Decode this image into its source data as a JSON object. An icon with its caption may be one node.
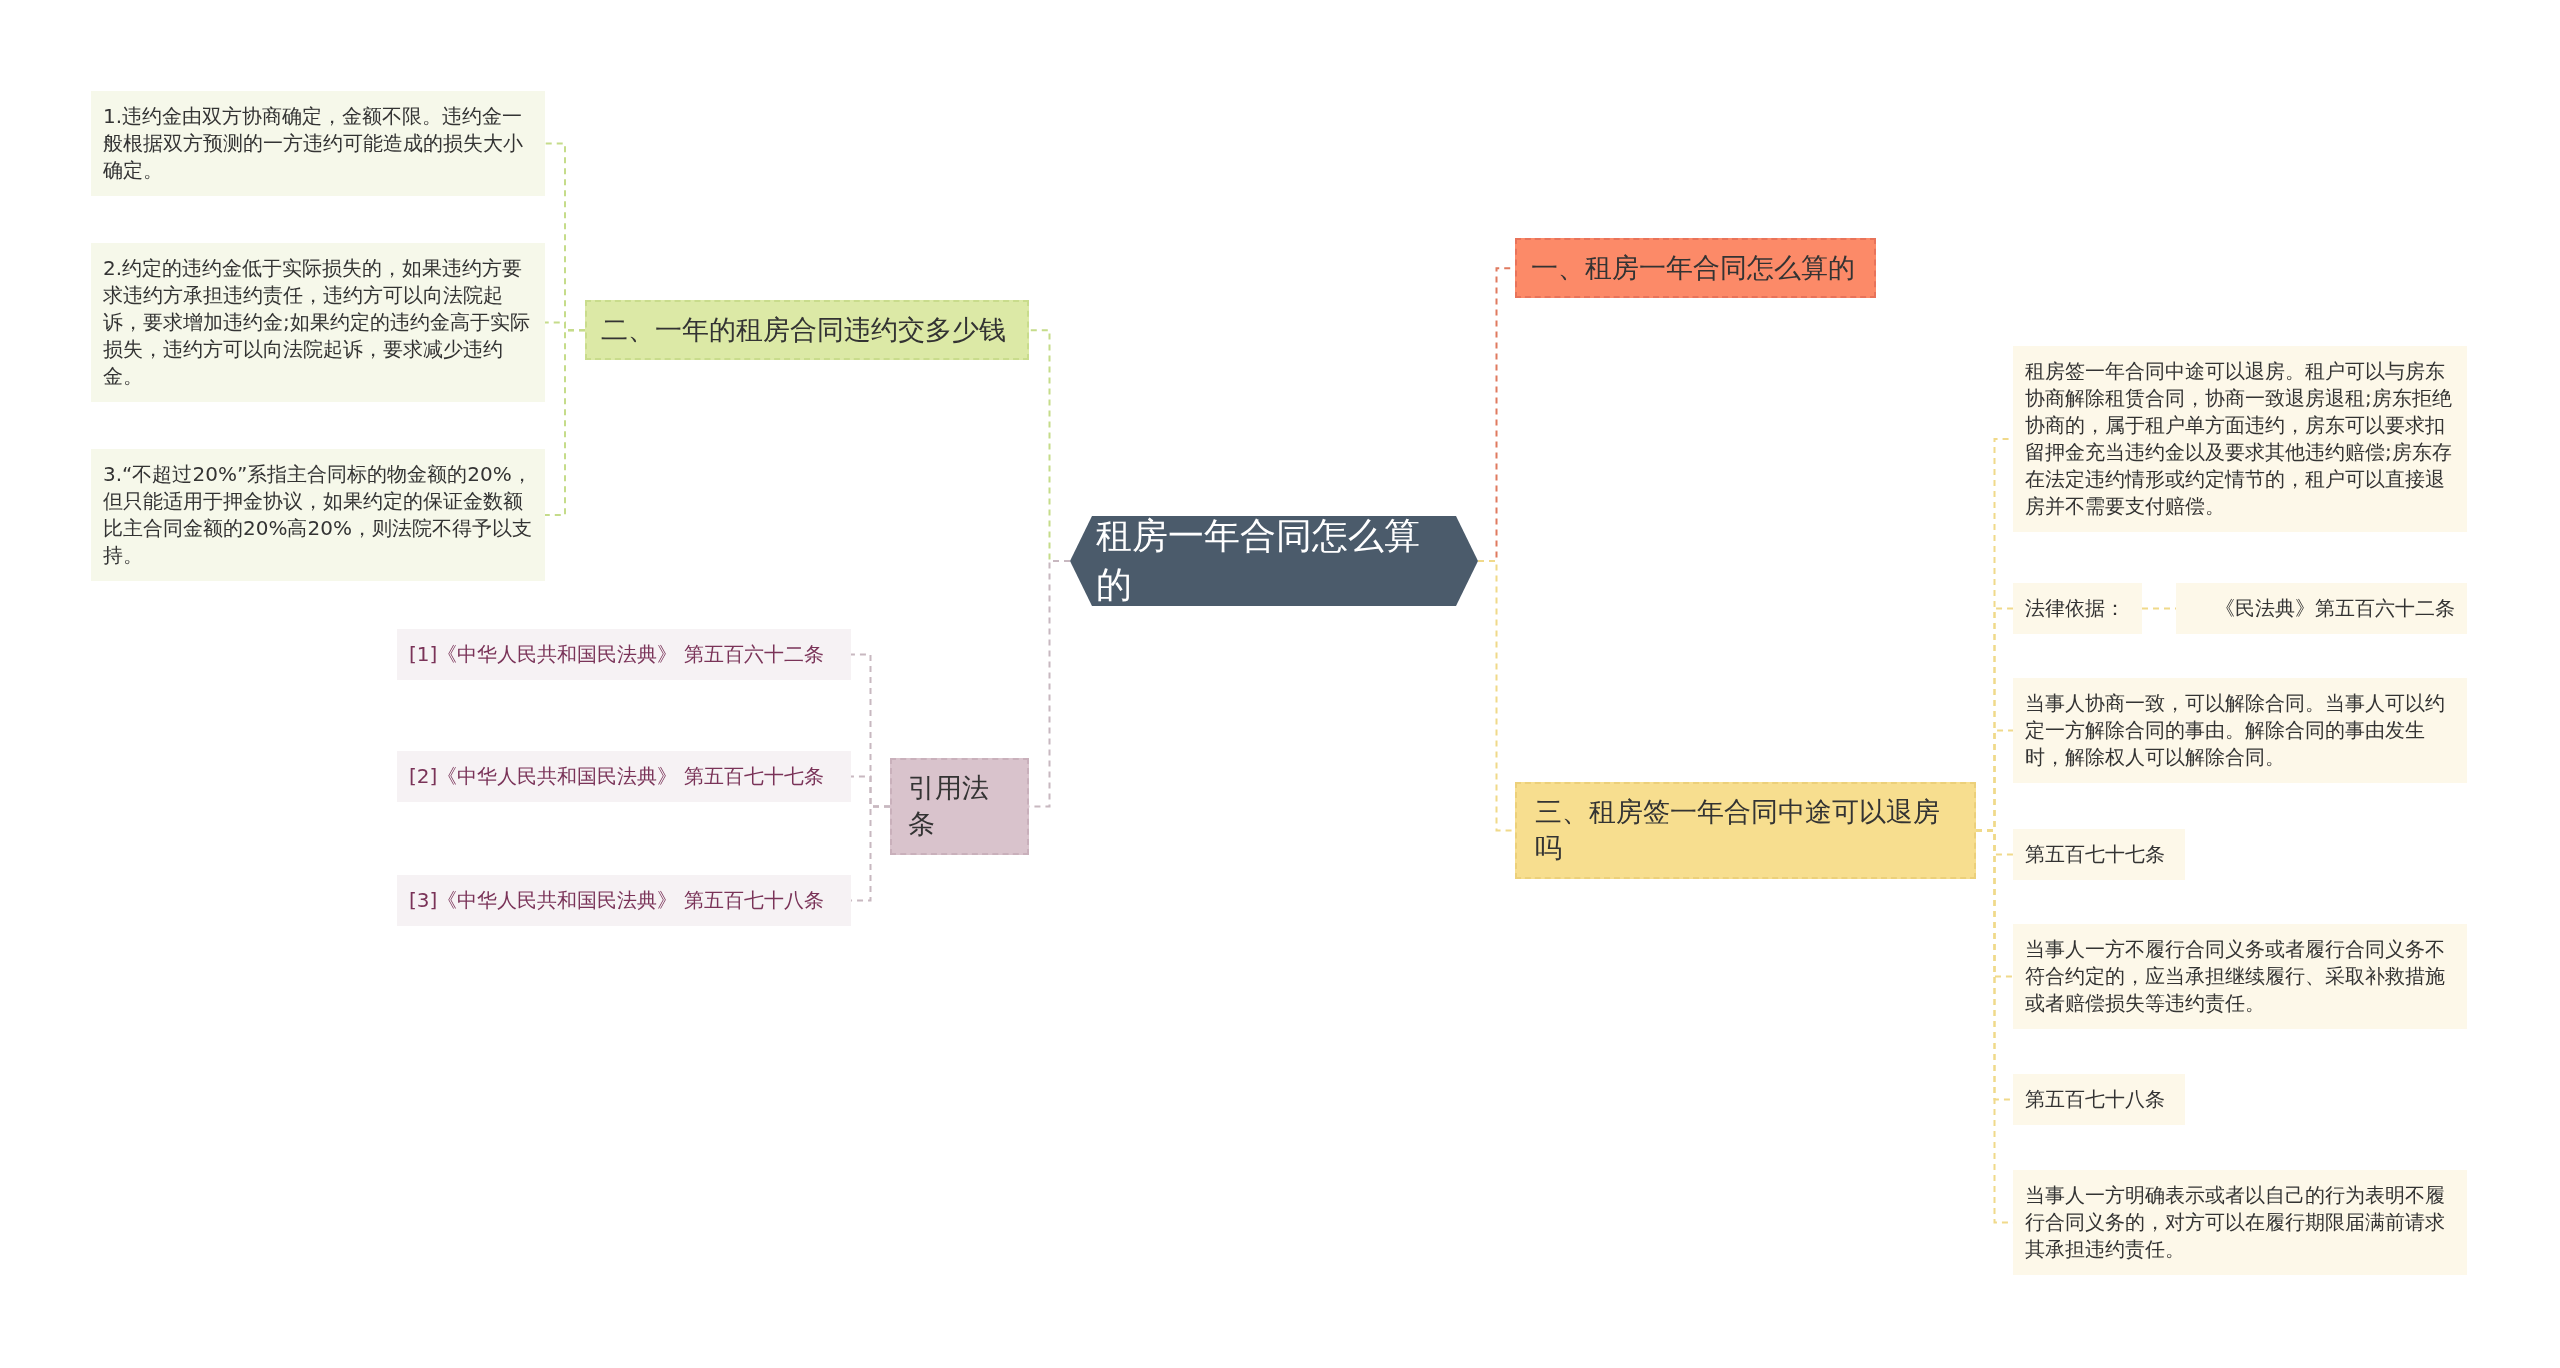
{
  "diagram": {
    "nodes": [
      {
        "text": [
          "租房一年合同怎么算的"
        ]
      },
      {
        "text": [
          "一、租房一年合同怎么算的"
        ]
      },
      {
        "text": [
          "二、一年的租房合同违约交多少钱"
        ]
      },
      {
        "text": [
          "1.违约金由双方协商确定，金额不限。违约金一般根据双方预测的一方违约可能造成的损失大小确定。"
        ]
      },
      {
        "text": [
          "2.约定的违约金低于实际损失的，如果违约方要求违约方承担违约责任，违约方可以向法院起诉，要求增加违约金;如果约定的违约金高于实际损失，违约方可以向法院起诉，要求减少违约金。"
        ]
      },
      {
        "text": [
          "3.“不超过20%”系指主合同标的物金额的20%，但只能适用于押金协议，如果约定的保证金数额比主合同金额的20%高20%，则法院不得予以支持。"
        ]
      },
      {
        "text": [
          "三、租房签一年合同中途可以退房吗"
        ]
      },
      {
        "text": [
          "租房签一年合同中途可以退房。租户可以与房东协商解除租赁合同，协商一致退房退租;房东拒绝协商的，属于租户单方面违约，房东可以要求扣留押金充当违约金以及要求其他违约赔偿;房东存在法定违约情形或约定情节的，租户可以直接退房并不需要支付赔偿。"
        ]
      },
      {
        "text": [
          "法律依据："
        ]
      },
      {
        "text": [
          "《民法典》第五百六十二条"
        ]
      },
      {
        "text": [
          "当事人协商一致，可以解除合同。当事人可以约定一方解除合同的事由。解除合同的事由发生时，解除权人可以解除合同。"
        ]
      },
      {
        "text": [
          "第五百七十七条"
        ]
      },
      {
        "text": [
          "当事人一方不履行合同义务或者履行合同义务不符合约定的，应当承担继续履行、采取补救措施或者赔偿损失等违约责任。"
        ]
      },
      {
        "text": [
          "第五百七十八条"
        ]
      },
      {
        "text": [
          "当事人一方明确表示或者以自己的行为表明不履行合同义务的，对方可以在履行期限届满前请求其承担违约责任。"
        ]
      },
      {
        "text": [
          "引用法条"
        ]
      },
      {
        "text": [
          "[1]《中华人民共和国民法典》 第五百六十二条"
        ]
      },
      {
        "text": [
          "[2]《中华人民共和国民法典》 第五百七十七条"
        ]
      },
      {
        "text": [
          "[3]《中华人民共和国民法典》 第五百七十八条"
        ]
      }
    ],
    "edges": [
      {
        "from": 0,
        "to": 1,
        "arrow": "none",
        "color": "#e07a5f"
      },
      {
        "from": 0,
        "to": 2,
        "arrow": "none",
        "color": "#c5dc8a"
      },
      {
        "from": 2,
        "to": 3,
        "arrow": "none",
        "color": "#c5dc8a"
      },
      {
        "from": 2,
        "to": 4,
        "arrow": "none",
        "color": "#c5dc8a"
      },
      {
        "from": 2,
        "to": 5,
        "arrow": "none",
        "color": "#c5dc8a"
      },
      {
        "from": 0,
        "to": 6,
        "arrow": "none"
      },
      {
        "from": 6,
        "to": 7,
        "arrow": "none"
      },
      {
        "from": 6,
        "to": 8,
        "arrow": "none"
      },
      {
        "from": 8,
        "to": 9,
        "arrow": "none"
      },
      {
        "from": 6,
        "to": 10,
        "arrow": "none"
      },
      {
        "from": 6,
        "to": 11,
        "arrow": "none"
      },
      {
        "from": 6,
        "to": 12,
        "arrow": "none"
      },
      {
        "from": 6,
        "to": 13,
        "arrow": "none"
      },
      {
        "from": 6,
        "to": 14,
        "arrow": "none"
      },
      {
        "from": 0,
        "to": 15,
        "arrow": "none",
        "color": "#c8b8c0"
      },
      {
        "from": 15,
        "to": 16,
        "arrow": "none",
        "color": "#c8b8c0"
      },
      {
        "from": 15,
        "to": 17,
        "arrow": "none",
        "color": "#c8b8c0"
      },
      {
        "from": 15,
        "to": 18,
        "arrow": "none",
        "color": "#c8b8c0"
      }
    ]
  }
}
